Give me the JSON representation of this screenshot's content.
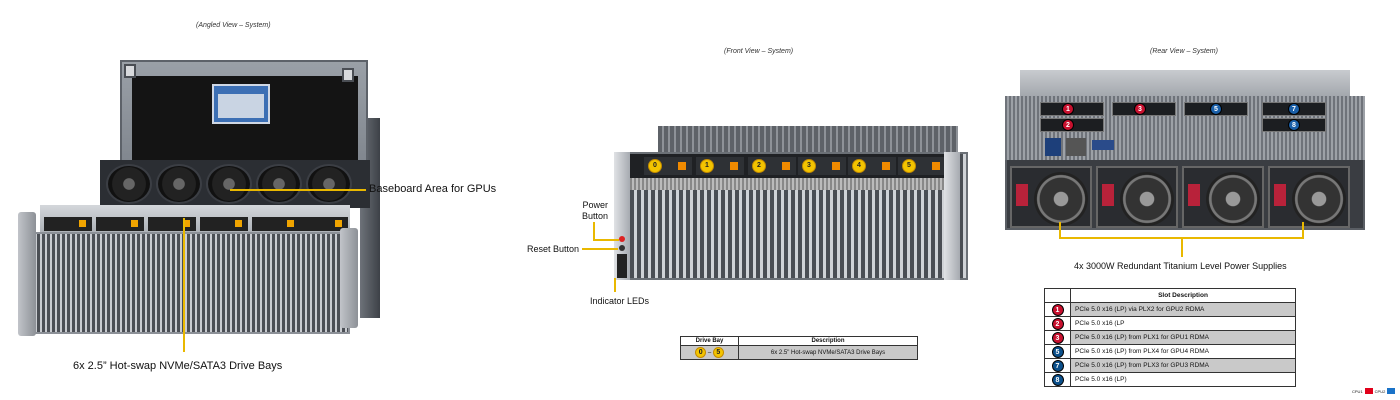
{
  "views": {
    "angled_caption": "(Angled View – System)",
    "front_caption": "(Front View – System)",
    "rear_caption": "(Rear View – System)"
  },
  "callouts": {
    "baseboard": "Baseboard Area for GPUs",
    "drive_bays": "6x 2.5” Hot-swap NVMe/SATA3 Drive Bays",
    "power_button_line1": "Power",
    "power_button_line2": "Button",
    "reset_button": "Reset Button",
    "indicator_leds": "Indicator  LEDs",
    "power_supplies": "4x 3000W Redundant Titanium Level Power Supplies"
  },
  "front_bays": [
    "0",
    "1",
    "2",
    "3",
    "4",
    "5"
  ],
  "drive_table": {
    "headers": [
      "Drive Bay",
      "Description"
    ],
    "bay_from": "0",
    "bay_to": "5",
    "dash": "–",
    "description": "6x 2.5\" Hot-swap NVMe/SATA3 Drive  Bays"
  },
  "slot_table": {
    "header": "Slot Description",
    "rows": [
      {
        "num": "1",
        "desc": "PCIe 5.0 x16 (LP) via PLX2 for GPU2 RDMA",
        "color": "#c8102e",
        "shade": true
      },
      {
        "num": "2",
        "desc": "PCIe 5.0 x16 (LP",
        "color": "#c8102e",
        "shade": false
      },
      {
        "num": "3",
        "desc": "PCIe 5.0 x16 (LP) from PLX1 for GPU1 RDMA",
        "color": "#c8102e",
        "shade": true
      },
      {
        "num": "5",
        "desc": "PCIe 5.0 x16 (LP) from PLX4 for GPU4 RDMA",
        "color": "#0b4f8a",
        "shade": false
      },
      {
        "num": "7",
        "desc": "PCIe 5.0 x16 (LP) from PLX3 for GPU3 RDMA",
        "color": "#0b4f8a",
        "shade": true
      },
      {
        "num": "8",
        "desc": "PCIe 5.0 x16 (LP)",
        "color": "#0b4f8a",
        "shade": false
      }
    ]
  },
  "rear_slot_badges": [
    {
      "num": "1",
      "color": "#c8102e"
    },
    {
      "num": "2",
      "color": "#c8102e"
    },
    {
      "num": "3",
      "color": "#c8102e"
    },
    {
      "num": "5",
      "color": "#1a5fa8"
    },
    {
      "num": "7",
      "color": "#1a5fa8"
    },
    {
      "num": "8",
      "color": "#1a5fa8"
    }
  ],
  "legend": {
    "cpu1": "CPU1",
    "cpu2": "CPU2",
    "cpu1_color": "#e1001a",
    "cpu2_color": "#1a73c8"
  },
  "colors": {
    "callout": "#e9b800",
    "badge_yellow": "#f3c400"
  }
}
